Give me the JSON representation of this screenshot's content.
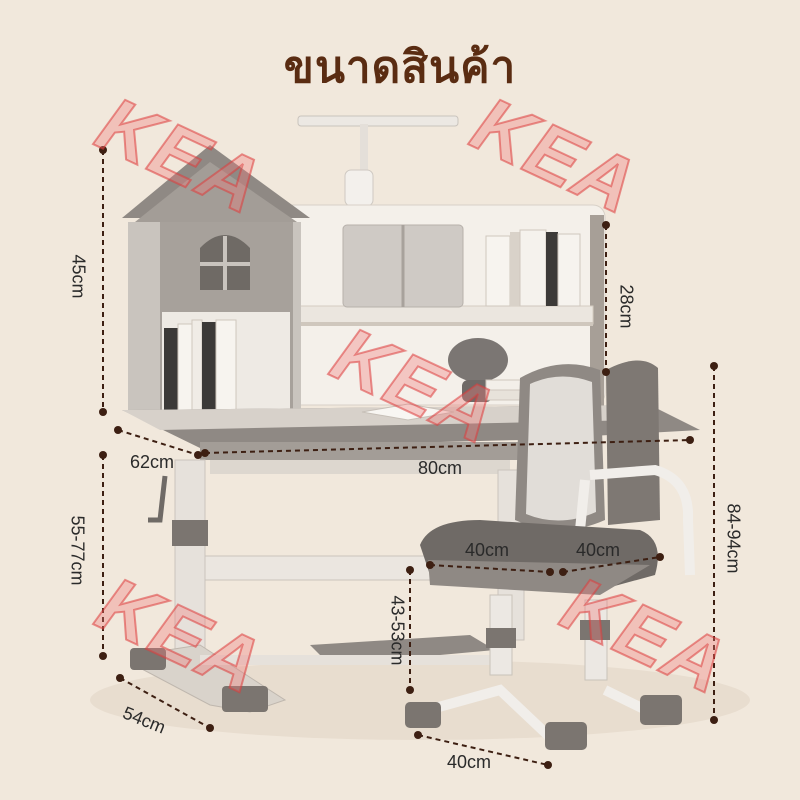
{
  "title": "ขนาดสินค้า",
  "dimensions": {
    "hutch_height": "45cm",
    "shelf_height": "28cm",
    "desk_depth": "62cm",
    "desk_width": "80cm",
    "desk_height": "55-77cm",
    "base_depth": "54cm",
    "seat_width": "40cm",
    "seat_depth": "40cm",
    "seat_height": "43-53cm",
    "chair_base": "40cm",
    "chair_height": "84-94cm"
  },
  "watermark": "KEA",
  "colors": {
    "background": "#f1e8dc",
    "title": "#5a2c12",
    "furniture_gray": "#8f8984",
    "furniture_white": "#ece8e3",
    "dimension_line": "#3d1f12",
    "watermark": "#e87a7a"
  }
}
